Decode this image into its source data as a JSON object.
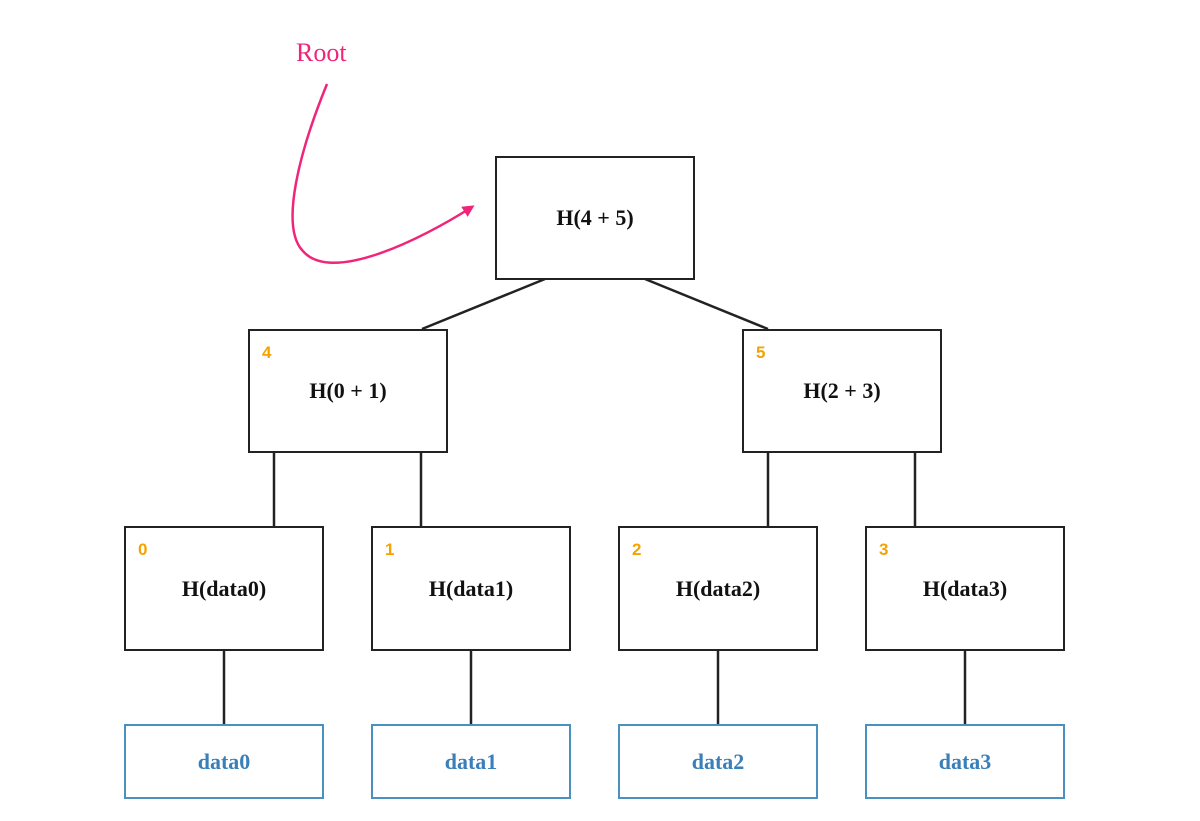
{
  "colors": {
    "node_border": "#222222",
    "data_border": "#4a90c0",
    "data_text": "#3a7fb8",
    "index_text": "#f5a300",
    "root_annotation": "#f0257a",
    "edge": "#222222"
  },
  "root_annotation": {
    "text": "Root"
  },
  "nodes": {
    "root": {
      "label": "H(4 + 5)"
    },
    "n4": {
      "label": "H(0 + 1)",
      "index": "4"
    },
    "n5": {
      "label": "H(2 + 3)",
      "index": "5"
    },
    "n0": {
      "label": "H(data0)",
      "index": "0"
    },
    "n1": {
      "label": "H(data1)",
      "index": "1"
    },
    "n2": {
      "label": "H(data2)",
      "index": "2"
    },
    "n3": {
      "label": "H(data3)",
      "index": "3"
    }
  },
  "data_blocks": {
    "d0": {
      "label": "data0"
    },
    "d1": {
      "label": "data1"
    },
    "d2": {
      "label": "data2"
    },
    "d3": {
      "label": "data3"
    }
  },
  "edges": [
    [
      "root",
      "n4"
    ],
    [
      "root",
      "n5"
    ],
    [
      "n4",
      "n0"
    ],
    [
      "n4",
      "n1"
    ],
    [
      "n5",
      "n2"
    ],
    [
      "n5",
      "n3"
    ],
    [
      "n0",
      "d0"
    ],
    [
      "n1",
      "d1"
    ],
    [
      "n2",
      "d2"
    ],
    [
      "n3",
      "d3"
    ]
  ]
}
